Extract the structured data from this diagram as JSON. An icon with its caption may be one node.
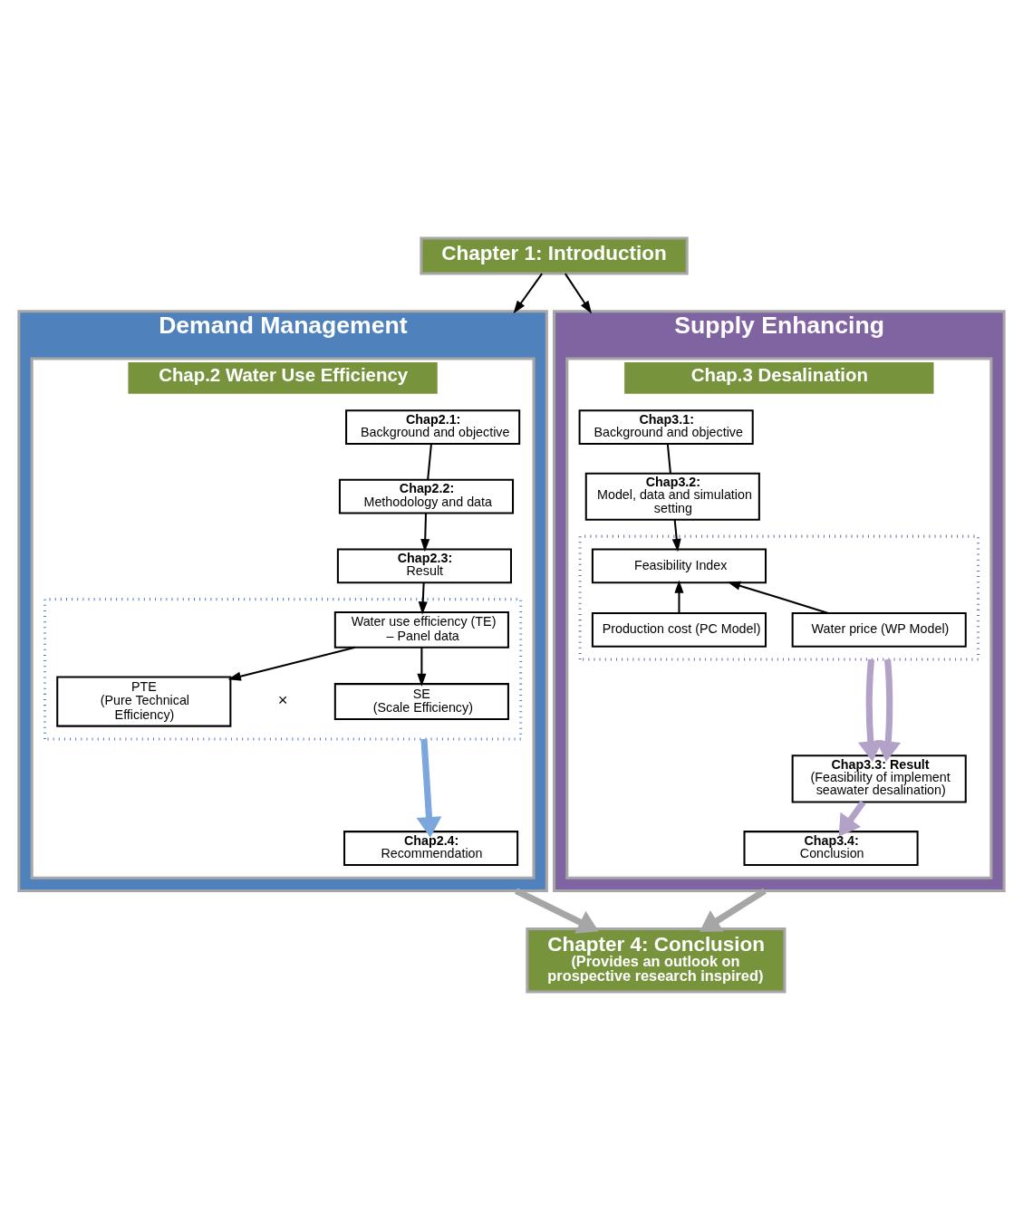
{
  "diagram": {
    "nodes": [
      {
        "text": [
          "Chapter 1: Introduction"
        ]
      },
      {
        "text": [
          "Demand Management"
        ]
      },
      {
        "text": [
          "Chap.2 Water Use Efficiency"
        ],
        "in": 1
      },
      {
        "text": [
          "Chap2.1:",
          "Background and objective"
        ],
        "in": 2
      },
      {
        "text": [
          "Chap2.2:",
          "Methodology and data"
        ],
        "in": 2
      },
      {
        "text": [
          "Chap2.3:",
          "Result"
        ],
        "in": 2
      },
      {
        "text": [],
        "shape": "box",
        "in": 2
      },
      {
        "text": [
          "Water use efficiency (TE) – Panel data"
        ],
        "in": 6
      },
      {
        "text": [
          "PTE",
          "(Pure Technical Efficiency)"
        ],
        "in": 6
      },
      {
        "text": [
          "SE",
          "(Scale Efficiency)"
        ],
        "in": 6
      },
      {
        "text": [
          "Chap2.4:",
          "Recommendation"
        ],
        "in": 2
      },
      {
        "text": [
          "Supply Enhancing"
        ]
      },
      {
        "text": [
          "Chap.3 Desalination"
        ],
        "in": 11
      },
      {
        "text": [
          "Chap3.1:",
          "Background and objective"
        ],
        "in": 12
      },
      {
        "text": [
          "Chap3.2:",
          "Model, data and simulation setting"
        ],
        "in": 12
      },
      {
        "text": [],
        "shape": "box",
        "in": 12
      },
      {
        "text": [
          "Feasibility Index"
        ],
        "in": 15
      },
      {
        "text": [
          "Production cost (PC Model)"
        ],
        "in": 15
      },
      {
        "text": [
          "Water price (WP Model)"
        ],
        "in": 15
      },
      {
        "text": [
          "Chap3.3: Result",
          "(Feasibility of implement seawater desalination)"
        ],
        "in": 12
      },
      {
        "text": [
          "Chap3.4:",
          "Conclusion"
        ],
        "in": 12
      },
      {
        "text": [
          "Chapter 4: Conclusion",
          "(Provides an outlook on prospective research inspired)"
        ]
      }
    ],
    "edges": [
      {
        "from": 0,
        "to": 1,
        "arrow": "to"
      },
      {
        "from": 0,
        "to": 11,
        "arrow": "to"
      },
      {
        "from": 3,
        "to": 4,
        "arrow": "none"
      },
      {
        "from": 4,
        "to": 5,
        "arrow": "to"
      },
      {
        "from": 5,
        "to": 7,
        "arrow": "to"
      },
      {
        "from": 7,
        "to": 8,
        "arrow": "to"
      },
      {
        "from": 7,
        "to": 9,
        "arrow": "to"
      },
      {
        "from": 6,
        "to": 10,
        "arrow": "to",
        "style": "thick",
        "color": "#7ba7dc"
      },
      {
        "from": 13,
        "to": 14,
        "arrow": "none"
      },
      {
        "from": 14,
        "to": 16,
        "arrow": "to"
      },
      {
        "from": 17,
        "to": 16,
        "arrow": "to"
      },
      {
        "from": 18,
        "to": 16,
        "arrow": "to"
      },
      {
        "from": 15,
        "to": 19,
        "arrow": "to",
        "style": "thick",
        "color": "#b3a2c7"
      },
      {
        "from": 15,
        "to": 19,
        "arrow": "to",
        "style": "thick",
        "color": "#b3a2c7"
      },
      {
        "from": 19,
        "to": 20,
        "arrow": "to",
        "style": "thick",
        "color": "#b3a2c7"
      },
      {
        "from": 1,
        "to": 21,
        "arrow": "to",
        "style": "thick",
        "color": "#a6a6a6"
      },
      {
        "from": 11,
        "to": 21,
        "arrow": "to",
        "style": "thick",
        "color": "#a6a6a6"
      }
    ],
    "labels": [
      "×"
    ]
  }
}
